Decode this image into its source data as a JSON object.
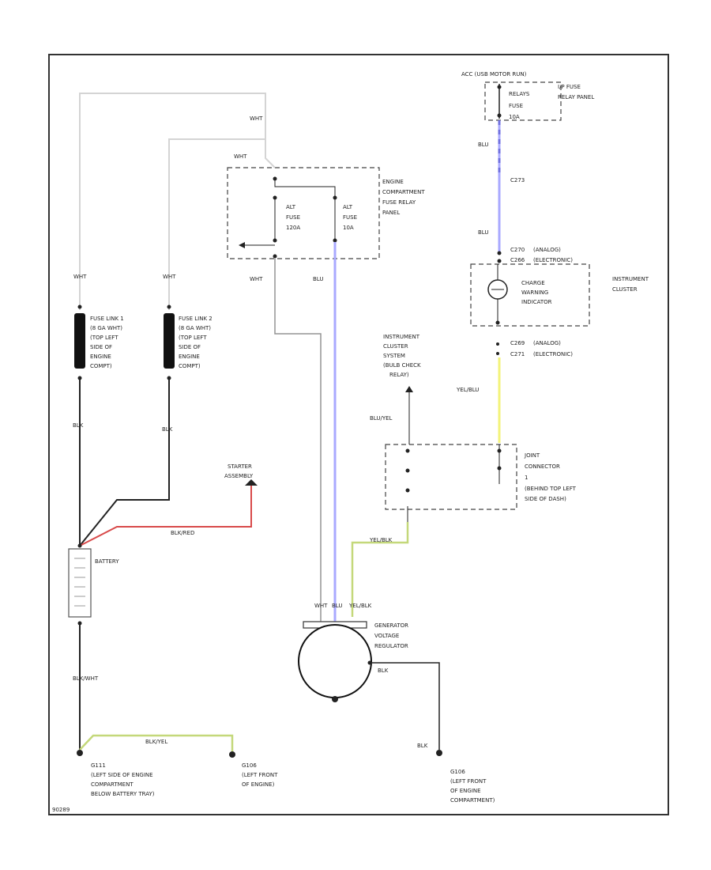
{
  "diagram_id": "90289",
  "colors": {
    "blu": "#a9a9ff",
    "yel": "#f3f37a",
    "red": "#d84a4a",
    "grn": "#c4d87a",
    "blk": "#222222",
    "wht": "#d4d4d4"
  },
  "labels": {
    "ac_fuse": "ACC (USB MOTOR RUN)",
    "relays_fuse_1": "RELAYS",
    "relays_fuse_2": "FUSE",
    "relays_fuse_3": "10A",
    "ip_relay_1": "I/P FUSE",
    "ip_relay_2": "RELAY PANEL",
    "blu_upper": "BLU",
    "c273": "C273",
    "blu_cluster": "BLU",
    "c270": "C270",
    "c266": "C266",
    "analog": "(ANALOG)",
    "electronic": "(ELECTRONIC)",
    "charge_1": "CHARGE",
    "charge_2": "WARNING",
    "charge_3": "INDICATOR",
    "cluster_1": "INSTRUMENT",
    "cluster_2": "CLUSTER",
    "c269": "C269",
    "c271": "C271",
    "analog2": "(ANALOG)",
    "electronic2": "(ELECTRONIC)",
    "wht_top": "WHT",
    "wht_panel": "WHT",
    "alt_fuse1_1": "ALT",
    "alt_fuse1_2": "FUSE",
    "alt_fuse1_3": "120A",
    "alt_fuse2_1": "ALT",
    "alt_fuse2_2": "FUSE",
    "alt_fuse2_3": "10A",
    "ecfrp_1": "ENGINE",
    "ecfrp_2": "COMPARTMENT",
    "ecfrp_3": "FUSE RELAY",
    "ecfrp_4": "PANEL",
    "wht_left": "WHT",
    "blu_mid": "BLU",
    "wht_fl1": "WHT",
    "wht_fl2": "WHT",
    "fl1_1": "FUSE LINK 1",
    "fl1_2": "(8 GA WHT)",
    "fl1_3": "(TOP LEFT",
    "fl1_4": "SIDE OF",
    "fl1_5": "ENGINE",
    "fl1_6": "COMPT)",
    "fl2_1": "FUSE LINK 2",
    "fl2_2": "(8 GA WHT)",
    "fl2_3": "(TOP LEFT",
    "fl2_4": "SIDE OF",
    "fl2_5": "ENGINE",
    "fl2_6": "COMPT)",
    "ics_1": "INSTRUMENT",
    "ics_2": "CLUSTER",
    "ics_3": "SYSTEM",
    "ics_4": "(BULB CHECK",
    "ics_5": "RELAY)",
    "yel_blu": "YEL/BLU",
    "blu_yel": "BLU/YEL",
    "blk_1": "BLK",
    "blk_2": "BLK",
    "starter_1": "STARTER",
    "starter_2": "ASSEMBLY",
    "blk_red": "BLK/RED",
    "jc_1": "JOINT",
    "jc_2": "CONNECTOR",
    "jc_3": "1",
    "jc_4": "(BEHIND TOP LEFT",
    "jc_5": "SIDE OF DASH)",
    "yel_blk": "YEL/BLK",
    "battery": "BATTERY",
    "wht_gen": "WHT",
    "blu_gen": "BLU",
    "yel_blk_gen": "YEL/BLK",
    "gvr_1": "GENERATOR",
    "gvr_2": "VOLTAGE",
    "gvr_3": "REGULATOR",
    "blk_gen": "BLK",
    "blk_wht": "BLK/WHT",
    "blk_g106": "BLK",
    "blk_yel": "BLK/YEL",
    "g111_1": "G111",
    "g111_2": "(LEFT SIDE OF ENGINE",
    "g111_3": "COMPARTMENT",
    "g111_4": "BELOW BATTERY TRAY)",
    "g106a_1": "G106",
    "g106a_2": "(LEFT FRONT",
    "g106a_3": "OF ENGINE)",
    "g106b_1": "G106",
    "g106b_2": "(LEFT FRONT",
    "g106b_3": "OF ENGINE",
    "g106b_4": "COMPARTMENT)"
  }
}
